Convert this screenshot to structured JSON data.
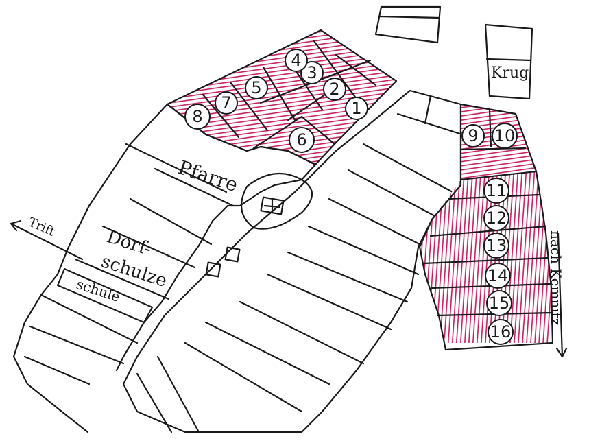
{
  "colors": {
    "ink": "#1a1a1a",
    "hatch": "#c2185b",
    "paper": "#ffffff"
  },
  "labels": {
    "krug": "Krug",
    "pfarre": "Pfarre",
    "dorf1": "Dorf-",
    "dorf2": "schulze",
    "schule": "schule",
    "trift": "Trift",
    "nach_kemnitz": "nach Kemnitz"
  },
  "plots": [
    "1",
    "2",
    "3",
    "4",
    "5",
    "6",
    "7",
    "8",
    "9",
    "10",
    "11",
    "12",
    "13",
    "14",
    "15",
    "16"
  ],
  "icons": {
    "church": "church-cross-icon"
  }
}
